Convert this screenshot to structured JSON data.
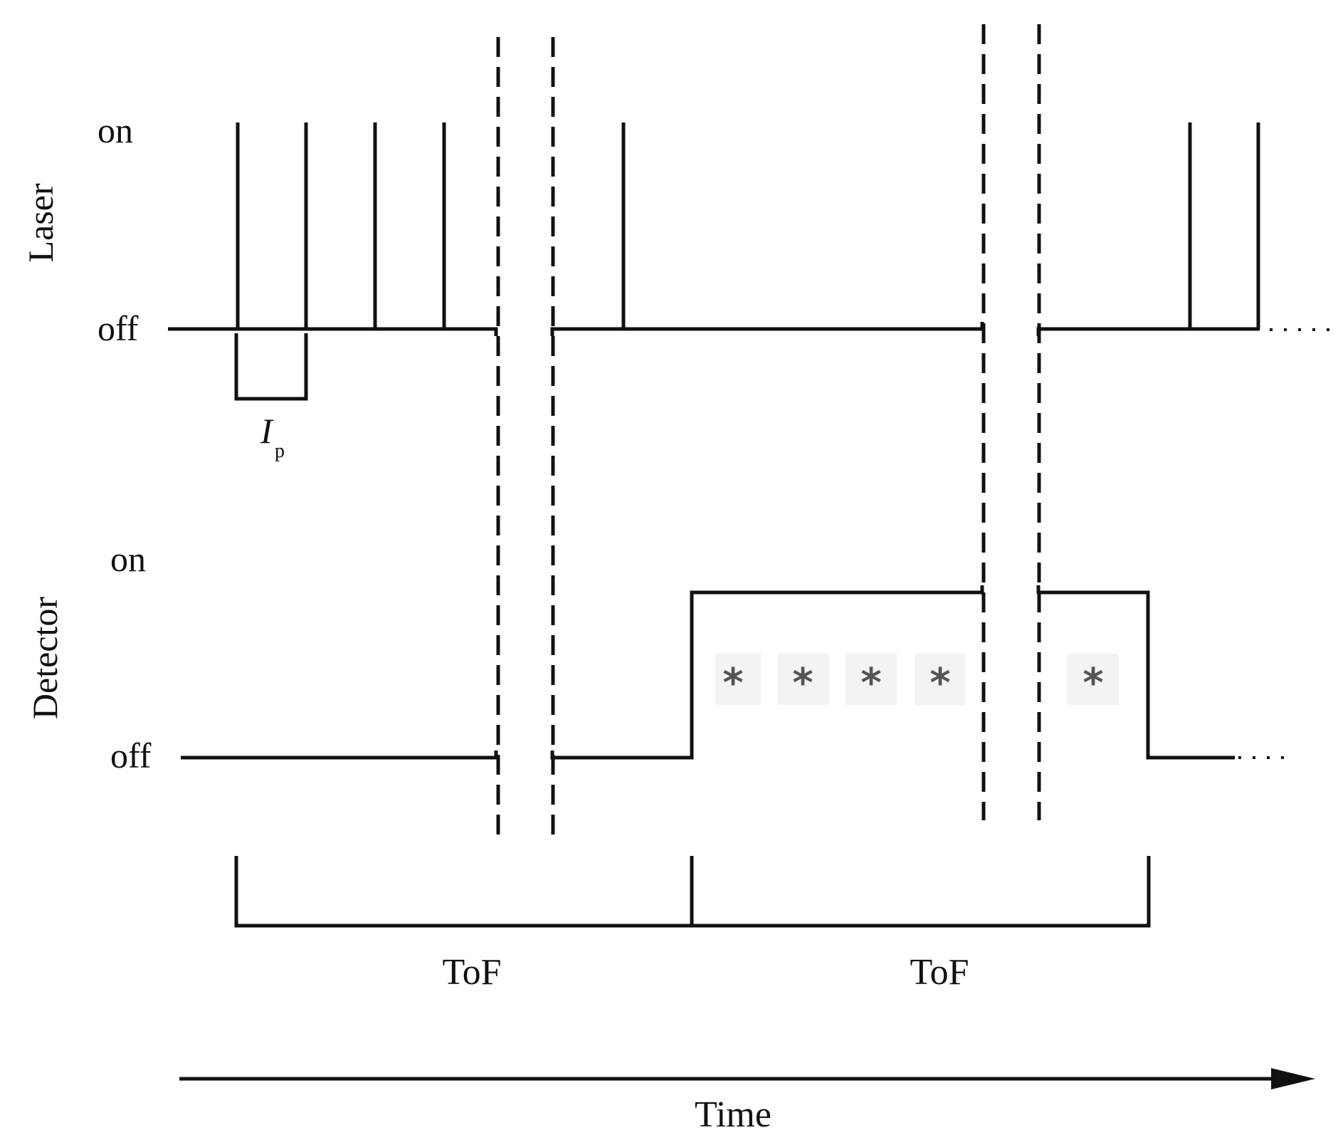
{
  "laser": {
    "axis_label": "Laser",
    "on_label": "on",
    "off_label": "off",
    "period_label": "I",
    "period_subscript": "p"
  },
  "detector": {
    "axis_label": "Detector",
    "on_label": "on",
    "off_label": "off",
    "marker": "*"
  },
  "tof": {
    "first_label": "ToF",
    "second_label": "ToF"
  },
  "time_axis": {
    "label": "Time"
  }
}
